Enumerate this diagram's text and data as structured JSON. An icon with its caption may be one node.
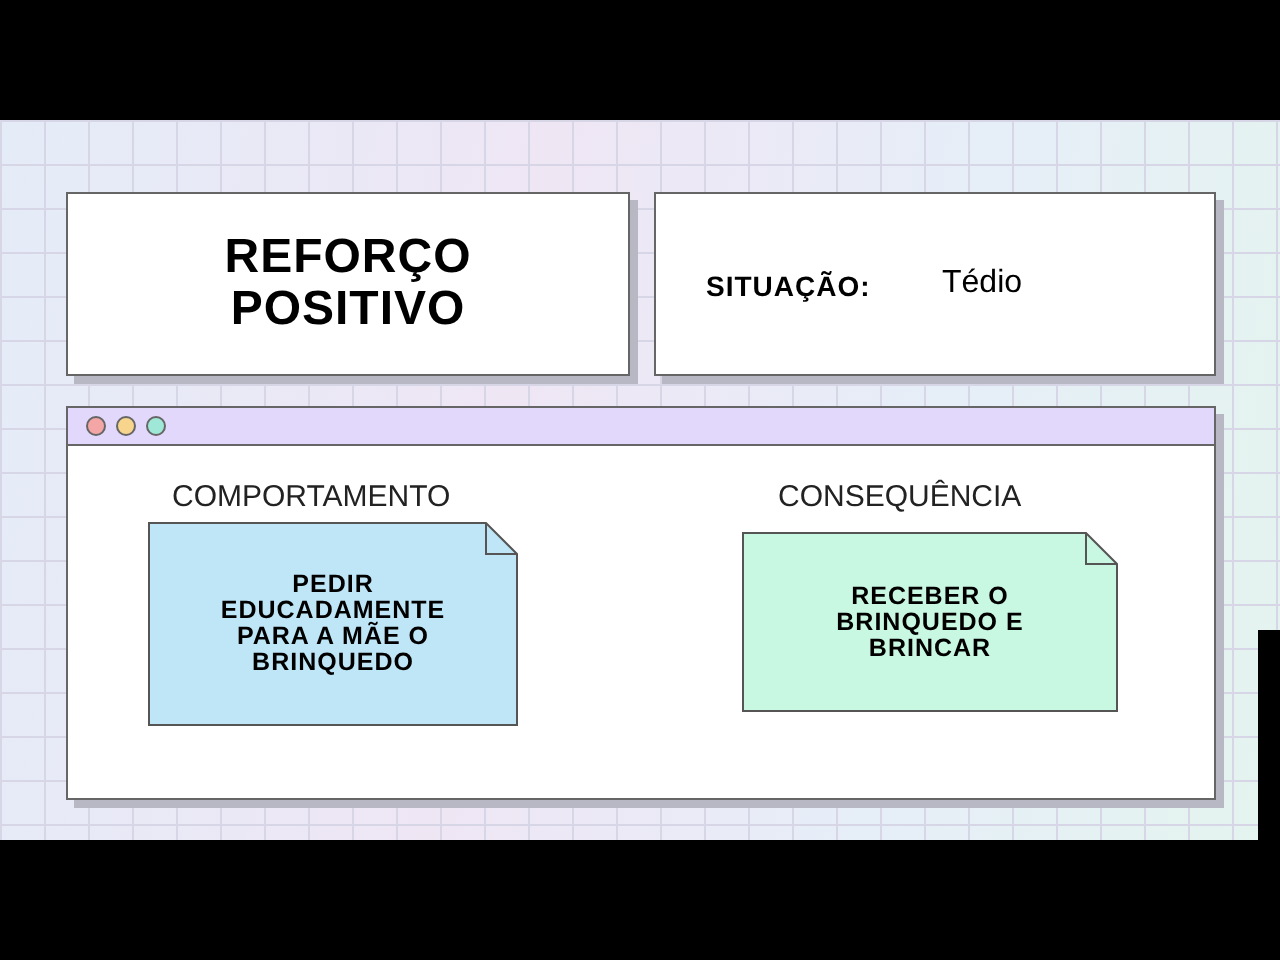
{
  "diagram": {
    "nodes": [
      {
        "text": [
          "REFORÇO POSITIVO"
        ]
      },
      {
        "text": [
          "SITUAÇÃO:",
          "Tédio"
        ]
      },
      {
        "text": [],
        "shape": "box"
      },
      {
        "text": [
          "COMPORTAMENTO",
          "PEDIR EDUCADAMENTE PARA A MÃE O BRINQUEDO"
        ],
        "in": 2
      },
      {
        "text": [
          "CONSEQUÊNCIA",
          "RECEBER O BRINQUEDO E BRINCAR"
        ],
        "in": 2
      }
    ]
  }
}
